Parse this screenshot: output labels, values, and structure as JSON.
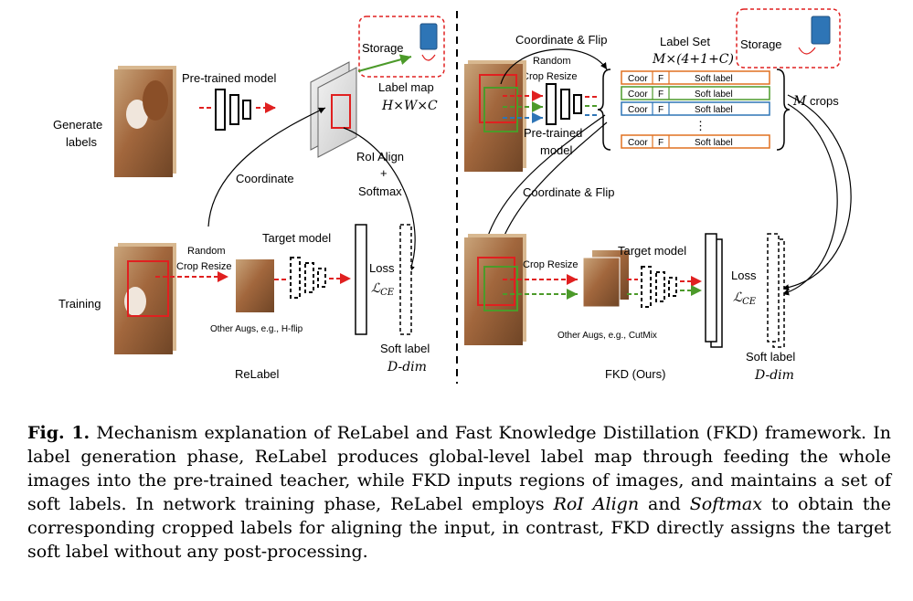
{
  "figure": {
    "left": {
      "generate_labels": "Generate labels",
      "training": "Training",
      "pretrained_model": "Pre-trained model",
      "storage": "Storage",
      "label_map": "Label map",
      "label_map_dims": "H×W×C",
      "coordinate": "Coordinate",
      "roi_align": "RoI Align",
      "plus": "+",
      "softmax": "Softmax",
      "random_crop_resize": "Random Crop Resize",
      "target_model": "Target model",
      "other_augs": "Other Augs, e.g., H-flip",
      "loss": "Loss",
      "loss_symbol": "ℒCE",
      "soft_label": "Soft label",
      "soft_label_dim": "D-dim",
      "method_name": "ReLabel"
    },
    "right": {
      "coordinate_flip_top": "Coordinate & Flip",
      "random_crop_resize": "Random Crop Resize",
      "label_set": "Label Set",
      "label_set_dims": "M×(4+1+C)",
      "storage": "Storage",
      "pretrained_model": "Pre-trained model",
      "m_crops": "M crops",
      "rows": [
        {
          "coor": "Coor",
          "flip": "F",
          "soft": "Soft label",
          "color": "#e07020"
        },
        {
          "coor": "Coor",
          "flip": "F",
          "soft": "Soft label",
          "color": "#4c9a2a"
        },
        {
          "coor": "Coor",
          "flip": "F",
          "soft": "Soft label",
          "color": "#2e75b6"
        },
        {
          "coor": "Coor",
          "flip": "F",
          "soft": "Soft label",
          "color": "#e07020"
        }
      ],
      "ellipsis": "⋮",
      "coordinate_flip_mid": "Coordinate & Flip",
      "crop_resize": "Crop Resize",
      "target_model": "Target model",
      "other_augs": "Other Augs, e.g., CutMix",
      "loss": "Loss",
      "loss_symbol": "ℒCE",
      "soft_label": "Soft label",
      "soft_label_dim": "D-dim",
      "method_name": "FKD (Ours)"
    }
  },
  "caption": {
    "fig_label": "Fig. 1.",
    "text_1": " Mechanism explanation of ReLabel and Fast Knowledge Distillation (FKD) framework. In label generation phase, ReLabel produces global-level label map through feeding the whole images into the pre-trained teacher, while FKD inputs regions of images, and maintains a set of soft labels. In network training phase, ReLabel employs ",
    "roi_align": "RoI Align",
    "text_2": " and ",
    "softmax": "Softmax",
    "text_3": " to obtain the corresponding cropped labels for aligning the input, in contrast, FKD directly assigns the target soft label without any post-processing."
  },
  "colors": {
    "red": "#e02020",
    "green": "#4c9a2a",
    "blue": "#2e75b6",
    "orange": "#e07020",
    "storage_border": "#e02020"
  }
}
